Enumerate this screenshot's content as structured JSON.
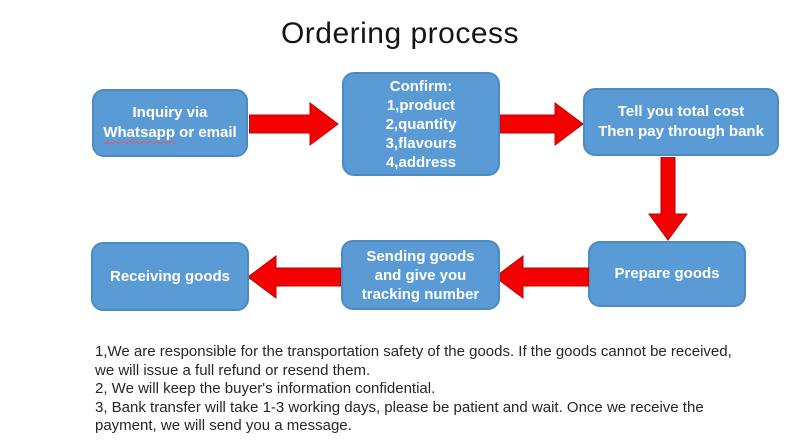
{
  "title": "Ordering process",
  "colors": {
    "box_fill": "#5b9bd5",
    "box_border": "#4a8bc2",
    "box_text": "#ffffff",
    "arrow_fill": "#f50000",
    "arrow_border": "#c00000",
    "note_text": "#262626"
  },
  "flowchart": {
    "inquiry": {
      "line1": "Inquiry via",
      "misspelled_word": "Whatsapp",
      "line2_rest": " or email"
    },
    "confirm": {
      "lines": [
        "Confirm:",
        "1,product",
        "2,quantity",
        "3,flavours",
        "4,address"
      ]
    },
    "total_cost": {
      "lines": [
        "Tell you total cost",
        "Then pay through bank"
      ]
    },
    "prepare": {
      "label": "Prepare goods"
    },
    "sending": {
      "lines": [
        "Sending goods",
        "and give you",
        "tracking number"
      ]
    },
    "receiving": {
      "label": "Receiving goods"
    }
  },
  "notes": [
    "1,We are responsible for the transportation safety of the goods. If the goods cannot be received, we will issue a full refund or resend them.",
    "2, We will keep the buyer's information confidential.",
    "3, Bank transfer will take 1-3 working days, please be patient and wait. Once we receive the payment, we will send you a message."
  ]
}
